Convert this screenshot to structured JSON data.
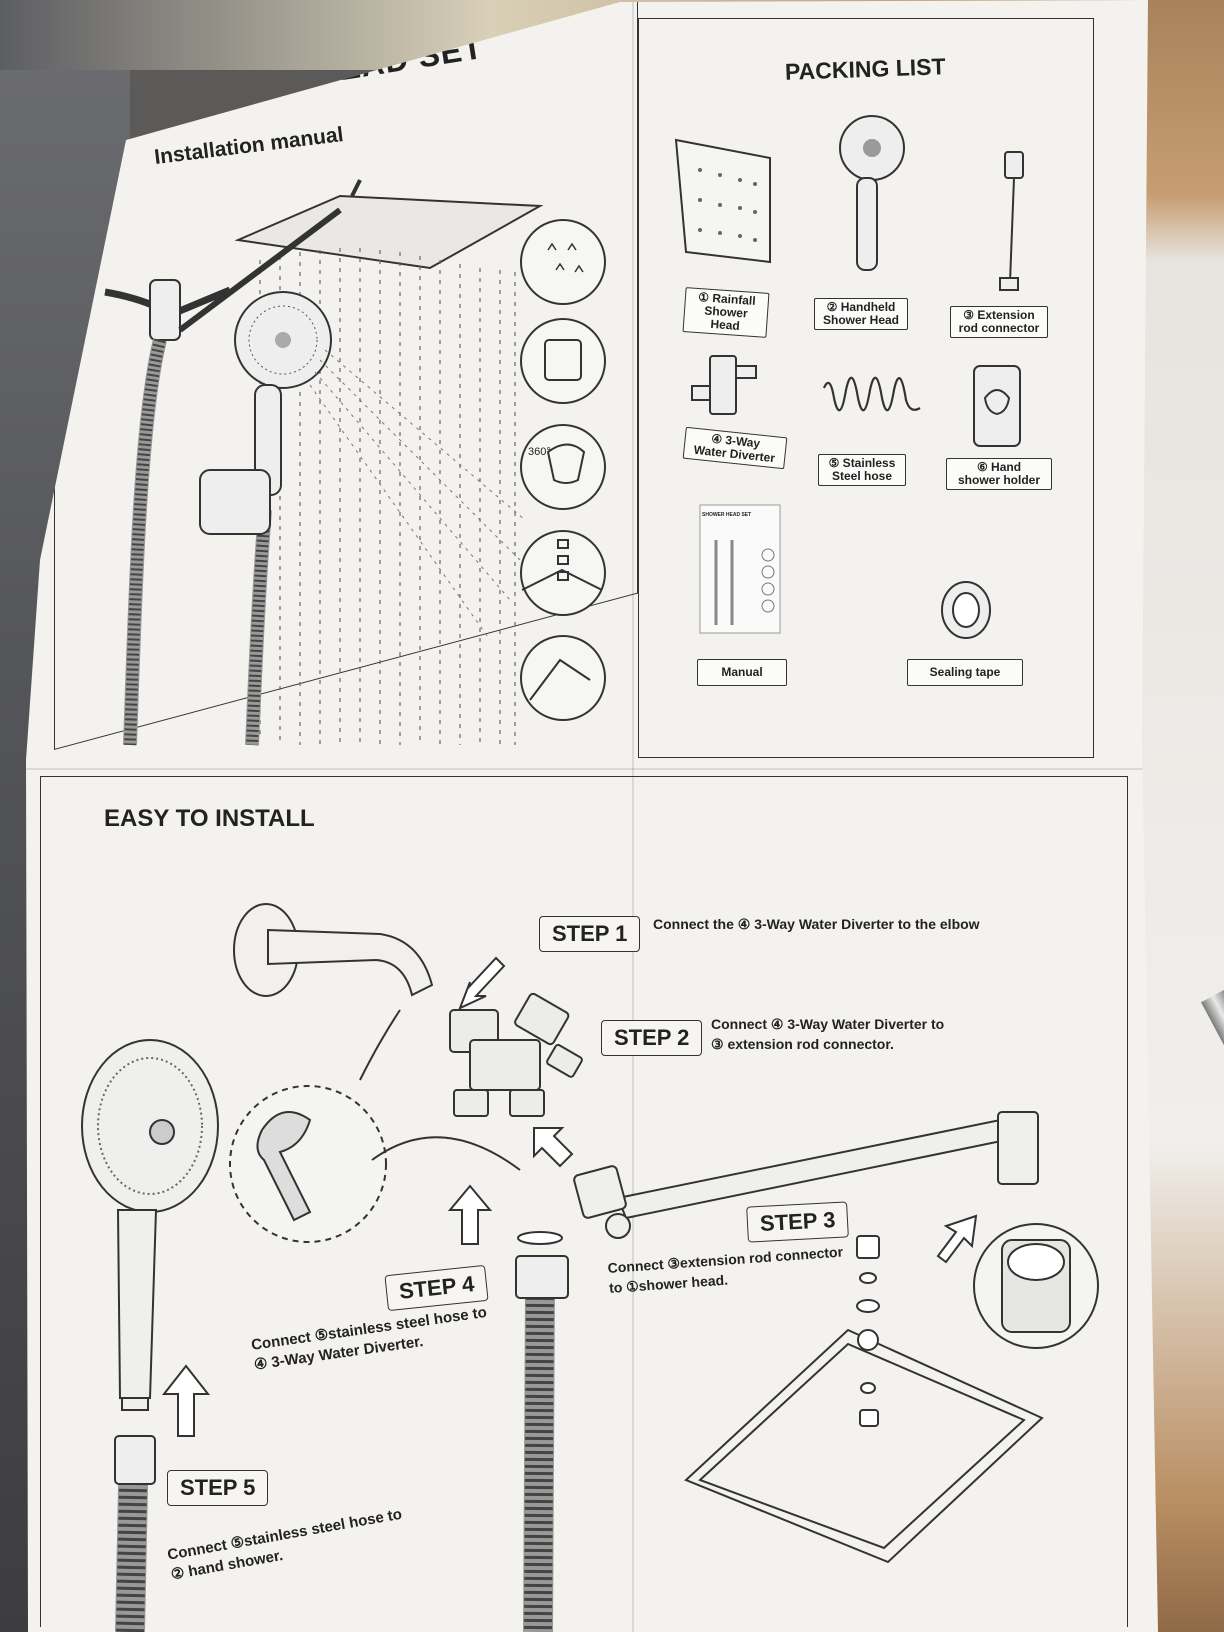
{
  "manual": {
    "title": "SHOWER HEAD SET",
    "subtitle": "Installation manual",
    "spin_label": "360°"
  },
  "packing": {
    "title": "PACKING LIST",
    "items": [
      {
        "label": "① Rainfall\nShower Head",
        "icon": "rainfall-shower-head-icon"
      },
      {
        "label": "② Handheld\nShower Head",
        "icon": "handheld-shower-head-icon"
      },
      {
        "label": "③ Extension\nrod connector",
        "icon": "extension-rod-icon"
      },
      {
        "label": "④ 3-Way\nWater Diverter",
        "icon": "diverter-icon"
      },
      {
        "label": "⑤ Stainless\nSteel hose",
        "icon": "hose-icon"
      },
      {
        "label": "⑥ Hand\nshower holder",
        "icon": "holder-icon"
      },
      {
        "label": "Manual",
        "icon": "manual-thumbnail-icon"
      },
      {
        "label": "Sealing tape",
        "icon": "sealing-tape-icon"
      }
    ],
    "manual_thumb_title": "SHOWER HEAD SET"
  },
  "install": {
    "title": "EASY TO INSTALL",
    "steps": [
      {
        "label": "STEP 1",
        "text": "Connect the ④ 3-Way Water Diverter to the elbow"
      },
      {
        "label": "STEP 2",
        "text": "Connect ④ 3-Way Water Diverter to\n③ extension rod connector."
      },
      {
        "label": "STEP 3",
        "text": "Connect ③extension rod connector\nto ①shower head."
      },
      {
        "label": "STEP 4",
        "text": "Connect ⑤stainless steel hose to\n④ 3-Way Water Diverter."
      },
      {
        "label": "STEP 5",
        "text": "Connect ⑤stainless steel hose to\n② hand shower."
      }
    ]
  }
}
